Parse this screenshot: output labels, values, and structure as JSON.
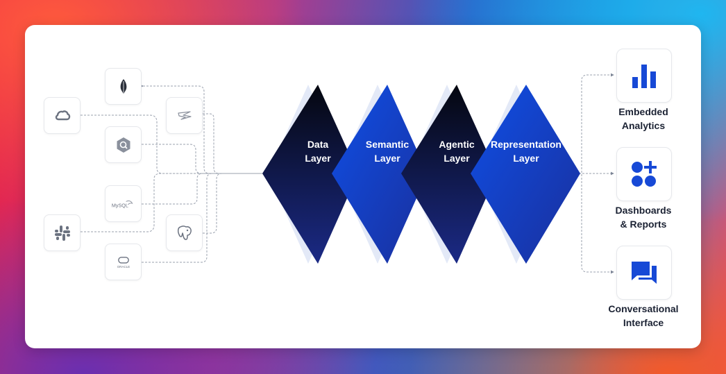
{
  "layers": [
    {
      "line1": "Data",
      "line2": "Layer"
    },
    {
      "line1": "Semantic",
      "line2": "Layer"
    },
    {
      "line1": "Agentic",
      "line2": "Layer"
    },
    {
      "line1": "Representation",
      "line2": "Layer"
    }
  ],
  "outputs": [
    {
      "line1": "Embedded",
      "line2": "Analytics",
      "icon": "bar-chart-icon"
    },
    {
      "line1": "Dashboards",
      "line2": "& Reports",
      "icon": "dashboard-grid-icon"
    },
    {
      "line1": "Conversational",
      "line2": "Interface",
      "icon": "chat-bubbles-icon"
    }
  ],
  "sources": [
    {
      "icon": "mongodb-leaf-icon"
    },
    {
      "icon": "google-cloud-icon"
    },
    {
      "icon": "snowflake-bird-icon"
    },
    {
      "icon": "bigquery-icon"
    },
    {
      "icon": "mysql-icon",
      "text": "MySQL"
    },
    {
      "icon": "slack-icon"
    },
    {
      "icon": "postgresql-icon"
    },
    {
      "icon": "oracle-icon",
      "text": "ORACLE"
    }
  ],
  "colors": {
    "dark_navy": "#0b1030",
    "royal_blue": "#1a4fd8",
    "accent_blue": "#1749d6",
    "ghost": "#e3e9f7"
  }
}
